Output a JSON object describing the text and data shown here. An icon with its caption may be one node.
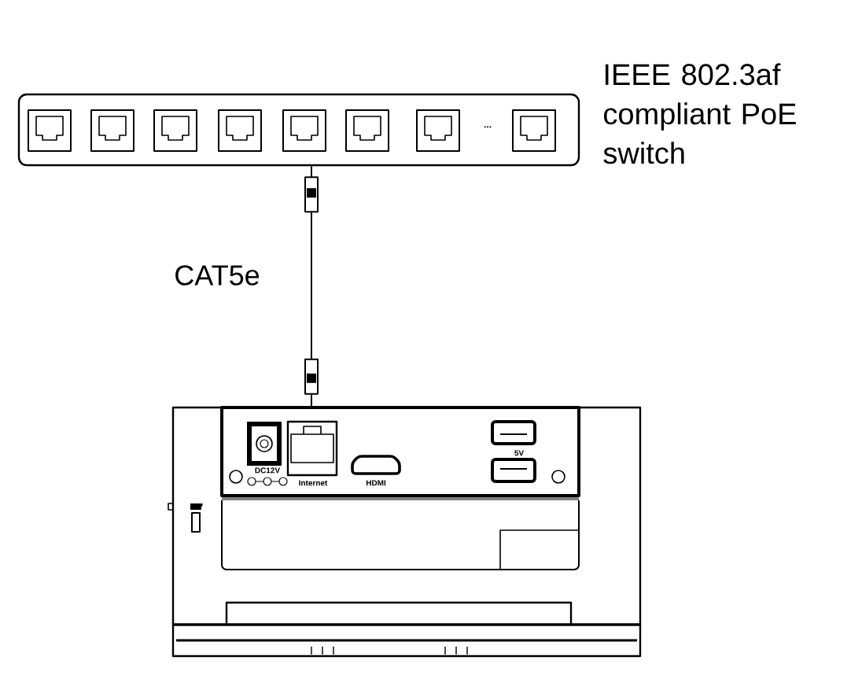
{
  "diagram": {
    "nodes": [
      {
        "text": [
          "IEEE 802.3af compliant PoE switch"
        ]
      },
      {
        "text": [],
        "shape": "picture"
      }
    ],
    "edges": [
      {
        "from": 0,
        "to": 1,
        "arrow": "none",
        "label": "CAT5e"
      }
    ],
    "labels": [
      "...",
      "DC12V",
      "Internet",
      "HDMI",
      "5V"
    ]
  }
}
